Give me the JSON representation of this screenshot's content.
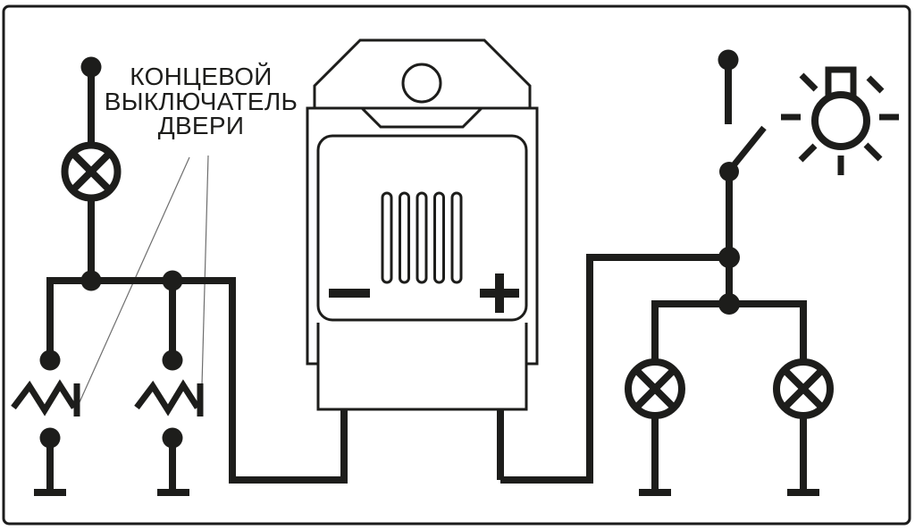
{
  "label": {
    "lines": [
      "КОНЦЕВОЙ",
      "ВЫКЛЮЧАТЕЛЬ",
      "ДВЕРИ"
    ]
  },
  "relay": {
    "minus_symbol": "−",
    "plus_symbol": "+"
  },
  "icons": {
    "door_lamp": "lamp-symbol",
    "turn_lamp_left": "lamp-symbol",
    "turn_lamp_right": "lamp-symbol",
    "light_indicator": "bulb-with-rays-icon",
    "limit_switch": "zigzag-contact-symbol",
    "ground": "ground-bar-symbol"
  },
  "colors": {
    "ink": "#1d1d1b",
    "paper": "#ffffff",
    "leader_line": "#6e6e6e"
  }
}
